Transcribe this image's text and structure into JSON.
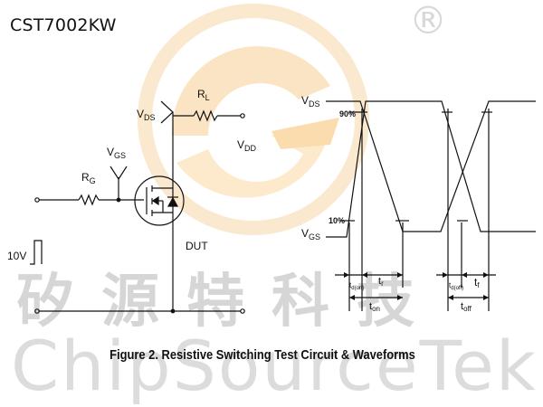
{
  "header": {
    "part_code": "CST7002KW"
  },
  "watermark": {
    "chinese": "矽源特科技",
    "english": "ChipSourceTek",
    "registered": "®"
  },
  "circuit": {
    "vds": {
      "main": "V",
      "sub": "DS"
    },
    "rl": {
      "main": "R",
      "sub": "L"
    },
    "vdd": {
      "main": "V",
      "sub": "DD"
    },
    "vgs": {
      "main": "V",
      "sub": "GS"
    },
    "rg": {
      "main": "R",
      "sub": "G"
    },
    "dut": "DUT",
    "pulse": "10V"
  },
  "waveform": {
    "vds": {
      "main": "V",
      "sub": "DS"
    },
    "vgs": {
      "main": "V",
      "sub": "GS"
    },
    "pct90": "90%",
    "pct10": "10%",
    "td_on": {
      "main": "t",
      "sub": "d(on)"
    },
    "tr": {
      "main": "t",
      "sub": "r"
    },
    "ton": {
      "main": "t",
      "sub": "on"
    },
    "td_off": {
      "main": "t",
      "sub": "d(off)"
    },
    "tf": {
      "main": "t",
      "sub": "f"
    },
    "toff": {
      "main": "t",
      "sub": "off"
    }
  },
  "caption": "Figure 2. Resistive Switching Test Circuit & Waveforms"
}
